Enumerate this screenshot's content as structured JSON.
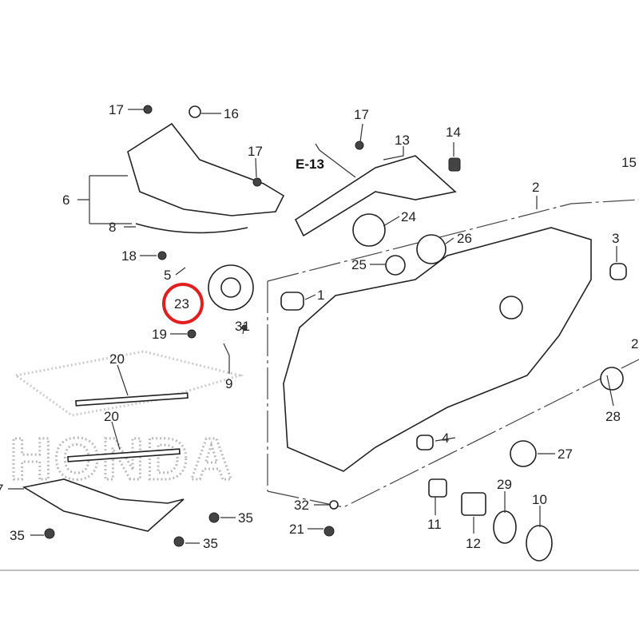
{
  "diagram": {
    "reference_label": "E-13",
    "watermark": "HONDA",
    "highlight_color": "#e02020",
    "highlighted_part": "23",
    "callouts": [
      "17",
      "16",
      "17",
      "14",
      "13",
      "17",
      "15",
      "6",
      "2",
      "24",
      "8",
      "26",
      "3",
      "18",
      "25",
      "5",
      "1",
      "23",
      "19",
      "31",
      "2",
      "9",
      "20",
      "20",
      "28",
      "4",
      "27",
      "29",
      "10",
      "7",
      "32",
      "11",
      "35",
      "35",
      "21",
      "12",
      "35"
    ]
  }
}
